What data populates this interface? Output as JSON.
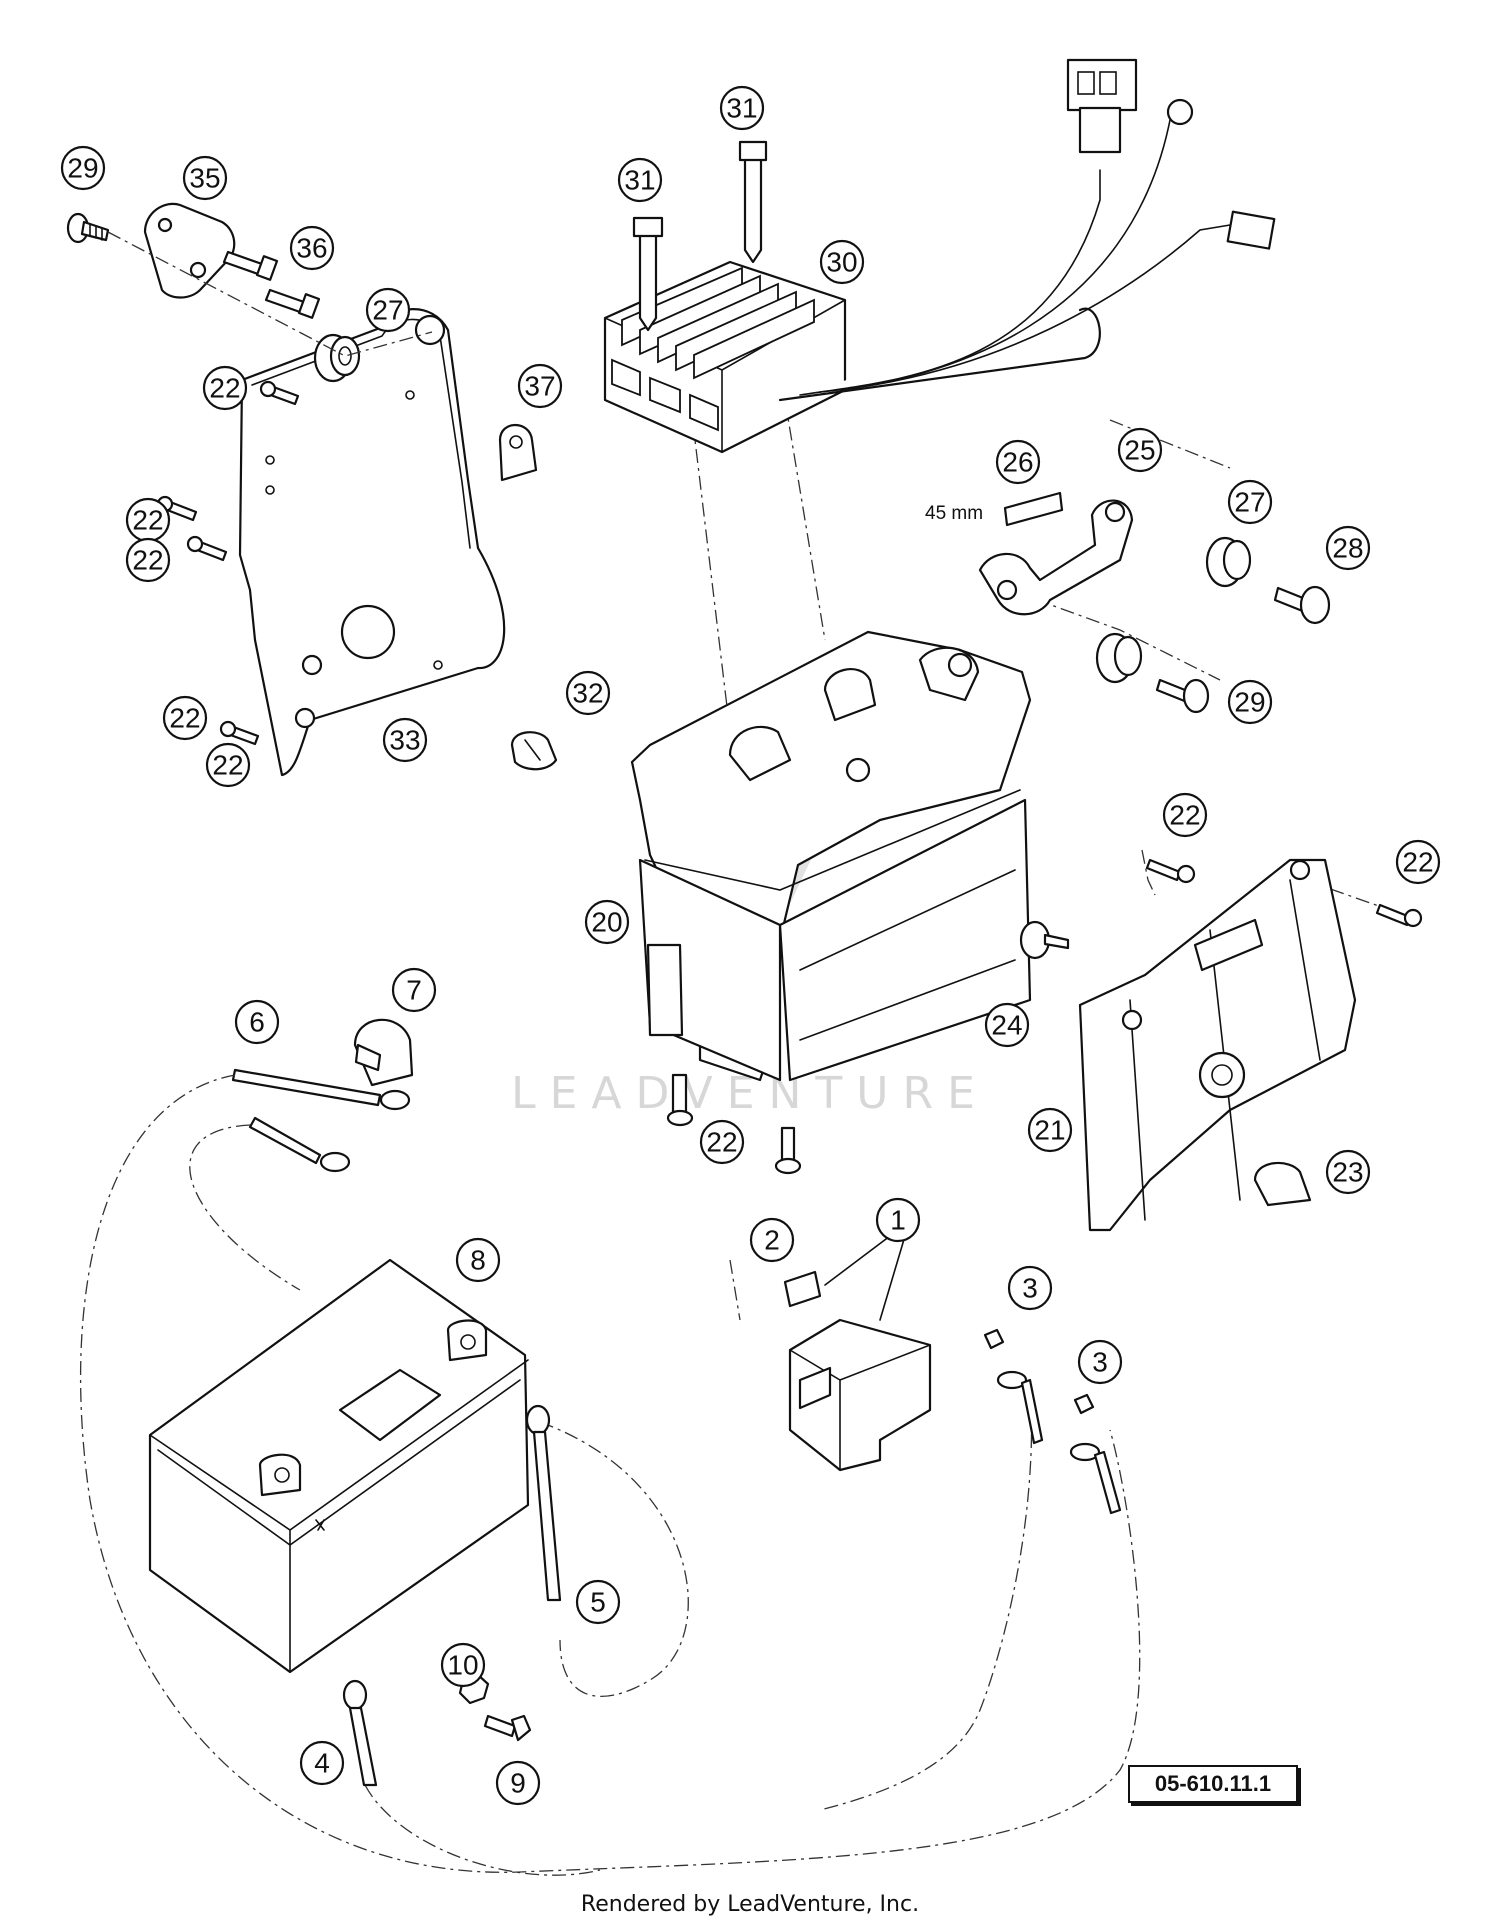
{
  "diagram": {
    "callouts": [
      "1",
      "2",
      "3",
      "3",
      "4",
      "5",
      "6",
      "7",
      "8",
      "9",
      "10",
      "20",
      "21",
      "22",
      "22",
      "22",
      "22",
      "22",
      "22",
      "22",
      "22",
      "23",
      "24",
      "25",
      "26",
      "27",
      "27",
      "28",
      "29",
      "29",
      "30",
      "31",
      "31",
      "32",
      "33",
      "35",
      "36",
      "37"
    ],
    "dimension_label": "45 mm",
    "reference_code": "05-610.11.1",
    "watermark": "LEADVENTURE",
    "footer": "Rendered by LeadVenture, Inc."
  }
}
